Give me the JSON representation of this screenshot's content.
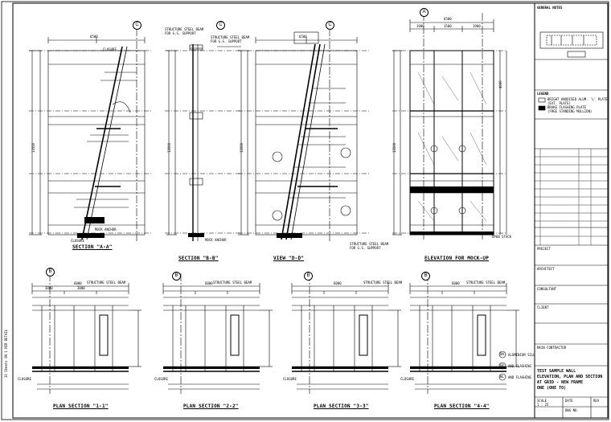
{
  "margin_text": "10 Sheets ON 1 PER DETAIL",
  "views": {
    "section_a": "SECTION \"A-A\"",
    "section_b": "SECTION \"B-B\"",
    "view_d": "VIEW \"D-D\"",
    "elevation": "ELEVATION FOR MOCK-UP",
    "plan_1": "PLAN SECTION \"1-1\"",
    "plan_2": "PLAN SECTION \"2-2\"",
    "plan_3": "PLAN SECTION \"3-3\"",
    "plan_4": "PLAN SECTION \"4-4\""
  },
  "grid_bubbles": [
    "C",
    "C",
    "C",
    "A",
    "B",
    "B",
    "B",
    "B"
  ],
  "annotations": {
    "closure": "CLOSURE",
    "steel_beam": "STRUCTURE STEEL BEAM",
    "steel_beam_sub": "FOR G.S. SUPPORT",
    "mock_anchor": "MOCK ANCHOR",
    "open_stack": "OPEN STACK"
  },
  "dims": {
    "top_main": "6500",
    "elev_a": "1900",
    "elev_b": "1500",
    "elev_c": "1900",
    "height_total": "13500",
    "height_b": "4000",
    "plan_a": "3000",
    "plan_b": "3000",
    "plan_total": "6000"
  },
  "legend_symbols": [
    "DN",
    "GR",
    "WL"
  ],
  "legend_labels": [
    "ALUMINIUM SILL",
    "AND FLASHING",
    "AND FLASHING"
  ],
  "title_block": {
    "notes_title": "GENERAL NOTES",
    "legend_title": "LEGEND",
    "legend_1": "BRIGHT ANODISED ALUM. 'L' PLATE",
    "legend_1b": "(EXT. PLATE)",
    "legend_2": "BRAKE FLASHING PLATE",
    "legend_2b": "(FREE STANDING MULLION)",
    "project": "PROJECT",
    "architect": "ARCHITECT",
    "consultant": "CONSULTANT",
    "client": "CLIENT",
    "drawing_title_lines": [
      "TEST SAMPLE WALL",
      "ELEVATION, PLAN AND SECTION",
      "AT GRID - NEW FRAME",
      "ONE (ONE TO)"
    ],
    "contractor": "MAIN CONTRACTOR",
    "scale_label": "SCALE",
    "scale_value": "1 : 25",
    "dwg_no_label": "DWG NO.",
    "rev": "REV",
    "date_label": "DATE"
  },
  "colors": {
    "line": "#000000",
    "paper": "#ffffff"
  }
}
